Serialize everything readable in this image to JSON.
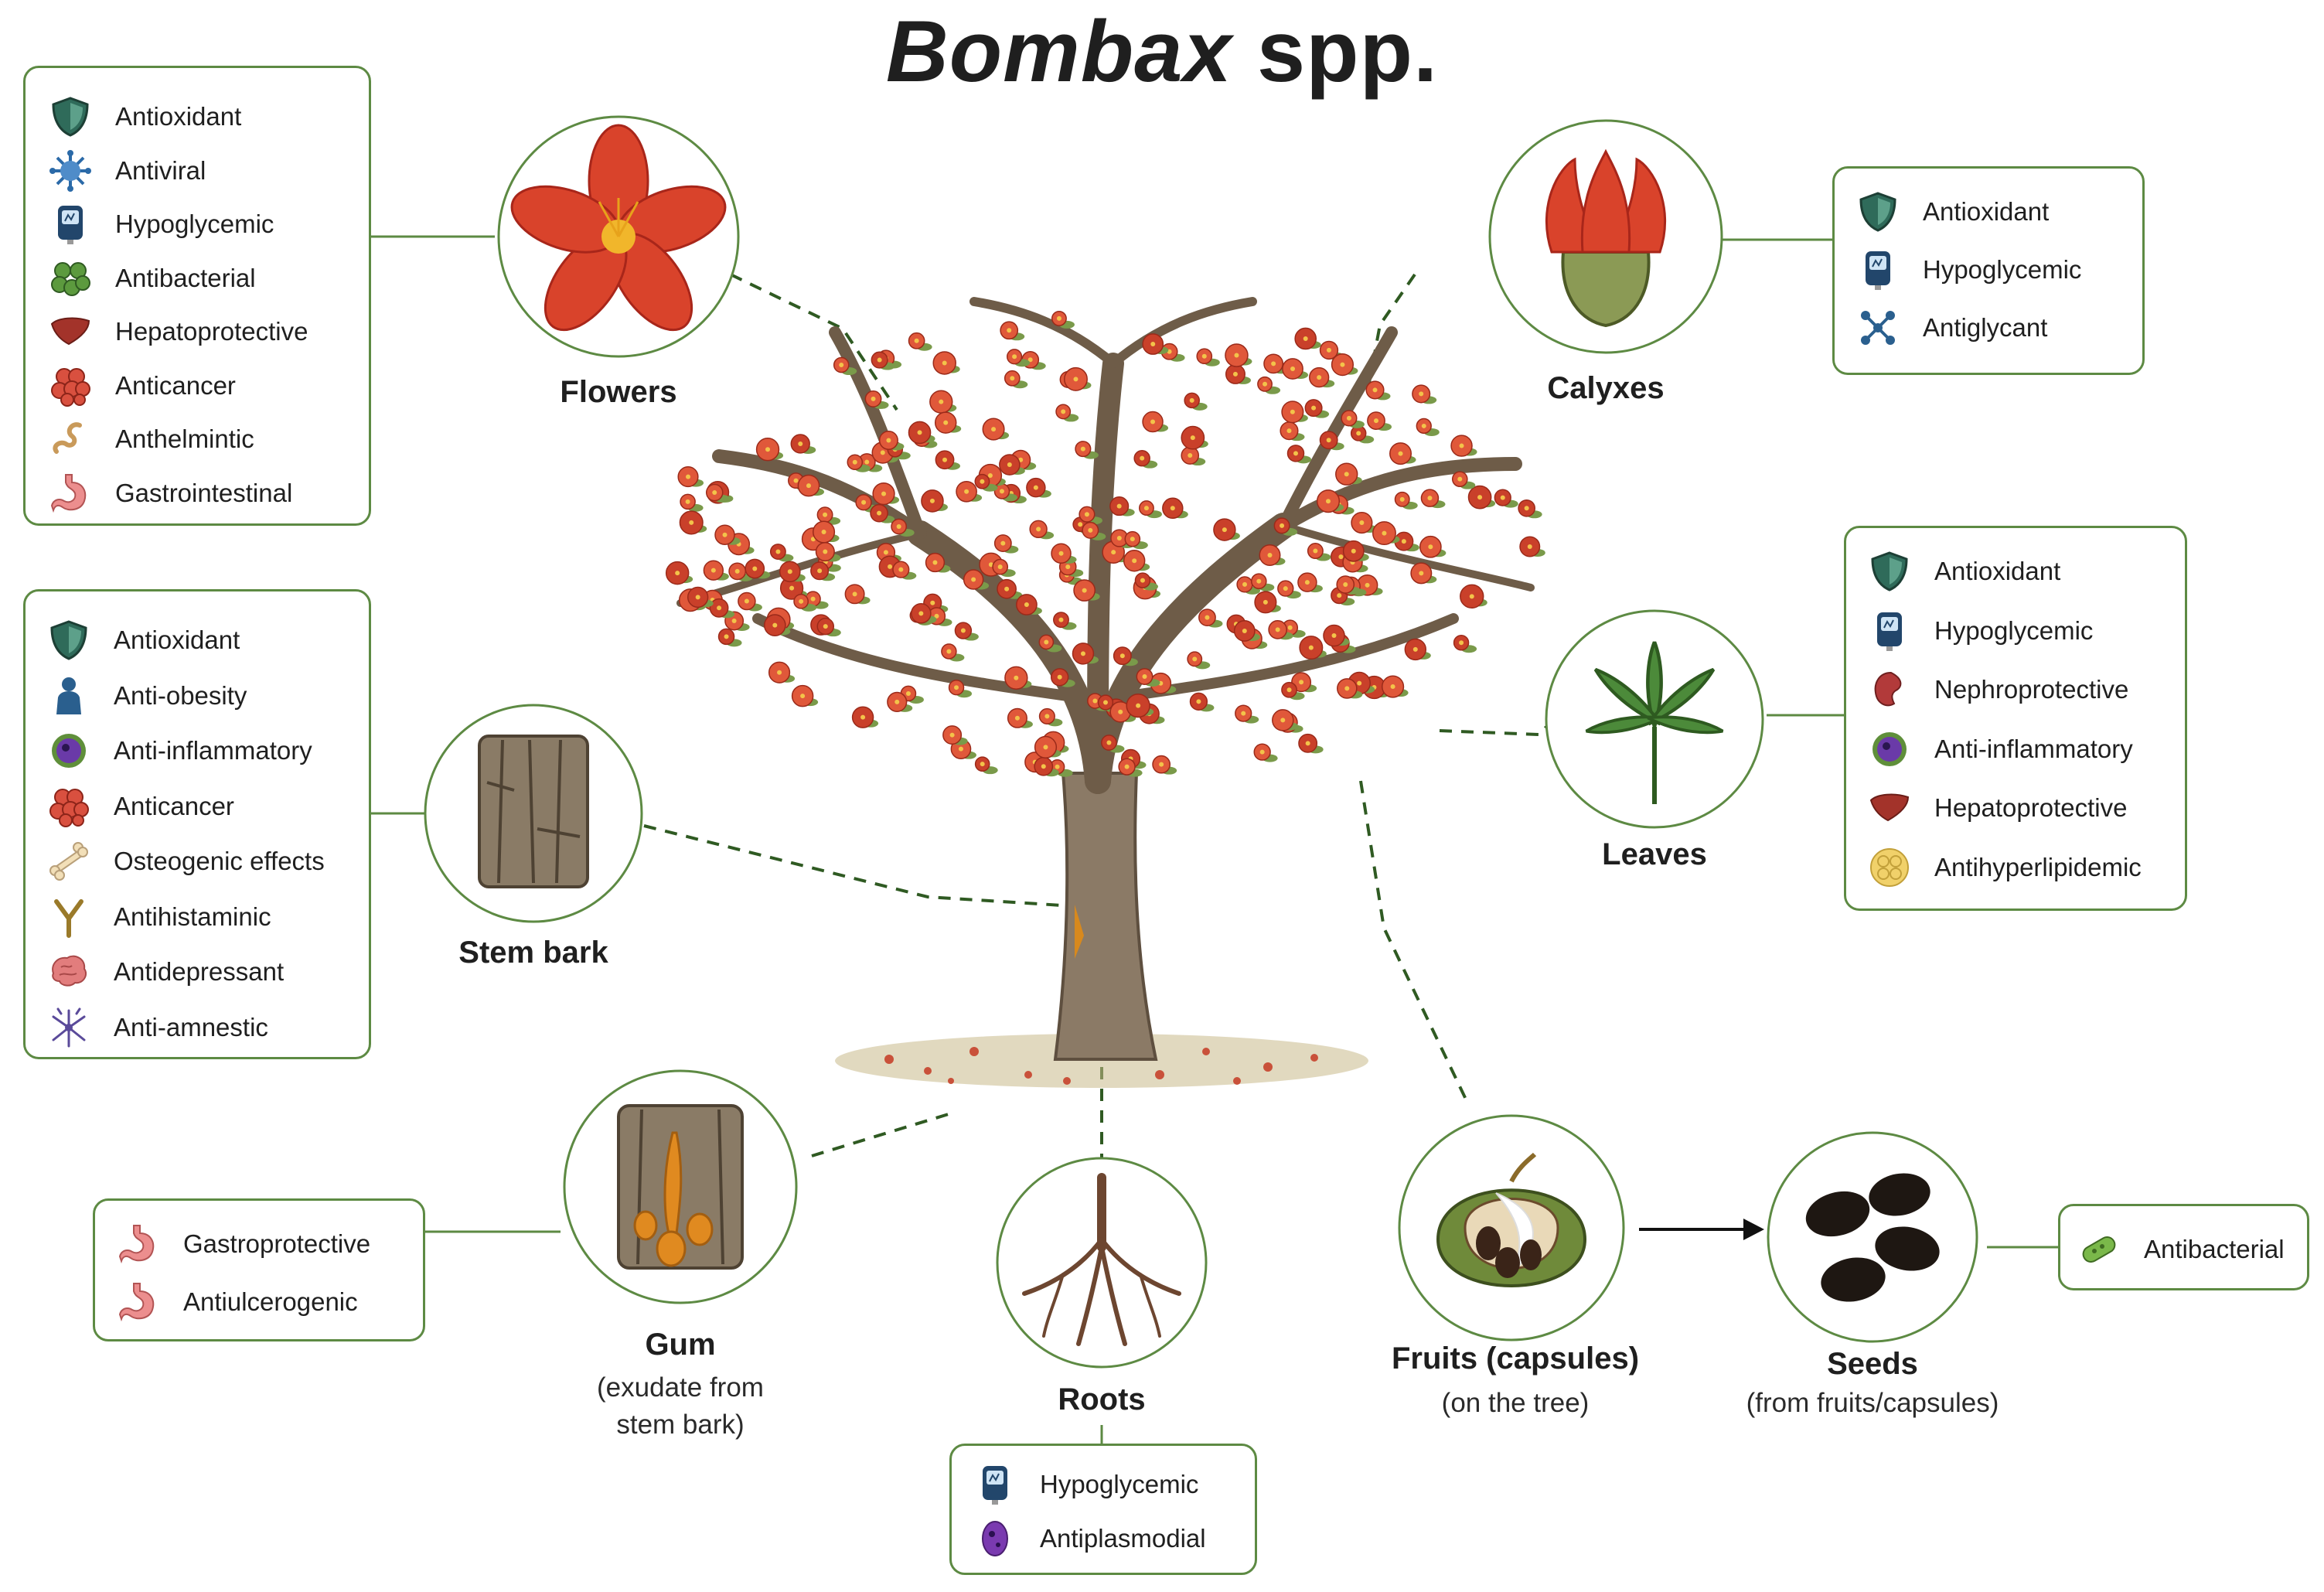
{
  "title": {
    "genus": "Bombax",
    "suffix": "spp."
  },
  "parts": {
    "flowers": {
      "label": "Flowers",
      "properties": [
        "Antioxidant",
        "Antiviral",
        "Hypoglycemic",
        "Antibacterial",
        "Hepatoprotective",
        "Anticancer",
        "Anthelmintic",
        "Gastrointestinal"
      ]
    },
    "stem_bark": {
      "label": "Stem bark",
      "properties": [
        "Antioxidant",
        "Anti-obesity",
        "Anti-inflammatory",
        "Anticancer",
        "Osteogenic effects",
        "Antihistaminic",
        "Antidepressant",
        "Anti-amnestic"
      ]
    },
    "gum": {
      "label": "Gum",
      "sub1": "(exudate from",
      "sub2": "stem bark)",
      "properties": [
        "Gastroprotective",
        "Antiulcerogenic"
      ]
    },
    "roots": {
      "label": "Roots",
      "properties": [
        "Hypoglycemic",
        "Antiplasmodial"
      ]
    },
    "fruits": {
      "label": "Fruits (capsules)",
      "sub": "(on the tree)"
    },
    "seeds": {
      "label": "Seeds",
      "sub": "(from fruits/capsules)",
      "properties": [
        "Antibacterial"
      ]
    },
    "calyxes": {
      "label": "Calyxes",
      "properties": [
        "Antioxidant",
        "Hypoglycemic",
        "Antiglycant"
      ]
    },
    "leaves": {
      "label": "Leaves",
      "properties": [
        "Antioxidant",
        "Hypoglycemic",
        "Nephroprotective",
        "Anti-inflammatory",
        "Hepatoprotective",
        "Antihyperlipidemic"
      ]
    }
  },
  "icons": {
    "flowers": [
      "shield-icon",
      "virus-icon",
      "glucometer-icon",
      "bacteria-cluster-icon",
      "liver-icon",
      "cancer-cell-icon",
      "worm-icon",
      "stomach-icon"
    ],
    "stem_bark": [
      "shield-icon",
      "person-icon",
      "inflamed-cell-icon",
      "cancer-cell-icon",
      "bone-icon",
      "antibody-icon",
      "brain-icon",
      "neuron-icon"
    ],
    "gum": [
      "stomach-icon",
      "stomach-icon"
    ],
    "roots": [
      "glucometer-icon",
      "plasmodium-icon"
    ],
    "seeds": [
      "bacterium-icon"
    ],
    "calyxes": [
      "shield-icon",
      "glucometer-icon",
      "molecule-icon"
    ],
    "leaves": [
      "shield-icon",
      "glucometer-icon",
      "kidney-icon",
      "inflamed-cell-icon",
      "liver-icon",
      "fat-cells-icon"
    ]
  },
  "colors": {
    "frame": "#5d8a43",
    "connector": "#2f5a22",
    "flower": "#d9432b",
    "bark": "#8b7a66"
  }
}
